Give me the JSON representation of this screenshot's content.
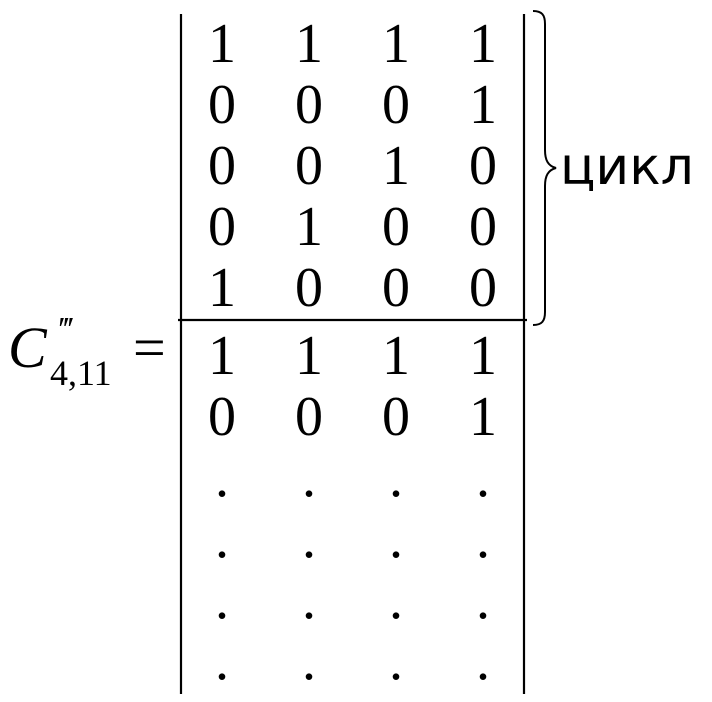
{
  "equation": {
    "symbol": "C",
    "superscript": "‴",
    "subscript": "4,11",
    "equals": "="
  },
  "matrix": {
    "cycle_rows": [
      [
        "1",
        "1",
        "1",
        "1"
      ],
      [
        "0",
        "0",
        "0",
        "1"
      ],
      [
        "0",
        "0",
        "1",
        "0"
      ],
      [
        "0",
        "1",
        "0",
        "0"
      ],
      [
        "1",
        "0",
        "0",
        "0"
      ]
    ],
    "continuation_rows": [
      [
        "1",
        "1",
        "1",
        "1"
      ],
      [
        "0",
        "0",
        "0",
        "1"
      ],
      [
        ".",
        ".",
        ".",
        "."
      ],
      [
        ".",
        ".",
        ".",
        "."
      ],
      [
        ".",
        ".",
        ".",
        "."
      ],
      [
        ".",
        ".",
        ".",
        "."
      ]
    ]
  },
  "brace": {
    "label": "цикл"
  }
}
